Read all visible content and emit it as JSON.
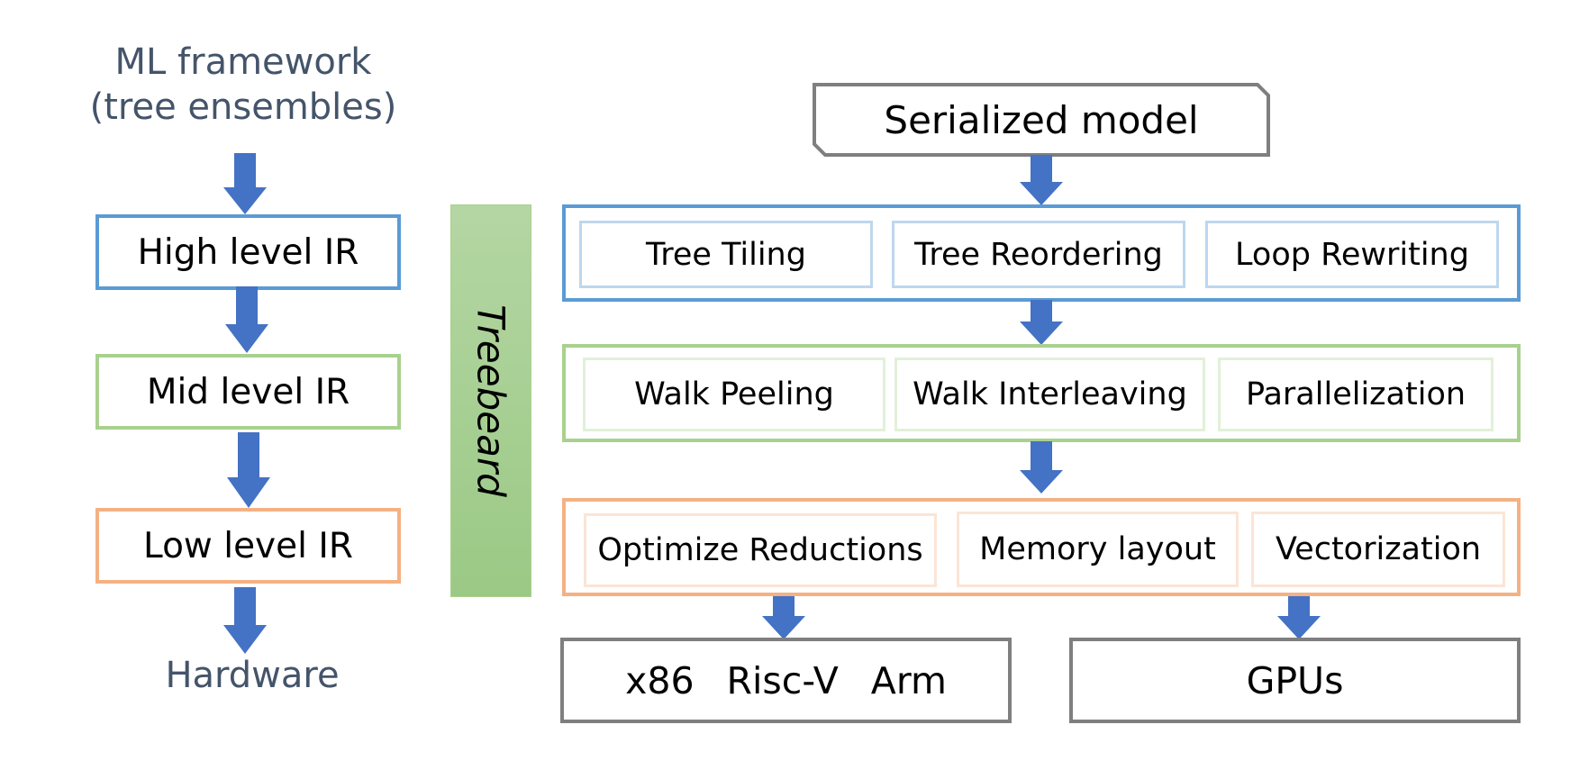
{
  "colors": {
    "arrow": "#4472c4",
    "high_level": "#5b9bd5",
    "mid_level": "#a9d18e",
    "low_level": "#f4b183",
    "serialized_box": "#7f7f7f",
    "treebeard_fill": "#a9d18e",
    "text_slate": "#44546a"
  },
  "left_flow": {
    "source_line1": "ML framework",
    "source_line2": "(tree ensembles)",
    "high_level": "High level IR",
    "mid_level": "Mid level IR",
    "low_level": "Low level IR",
    "target": "Hardware"
  },
  "treebeard_label": "Treebeard",
  "pipeline": {
    "input": "Serialized model",
    "high_level_passes": [
      "Tree Tiling",
      "Tree Reordering",
      "Loop Rewriting"
    ],
    "mid_level_passes": [
      "Walk Peeling",
      "Walk Interleaving",
      "Parallelization"
    ],
    "low_level_passes": [
      "Optimize Reductions",
      "Memory layout",
      "Vectorization"
    ],
    "targets": {
      "cpu": [
        "x86",
        "Risc-V",
        "Arm"
      ],
      "gpu": "GPUs"
    }
  }
}
